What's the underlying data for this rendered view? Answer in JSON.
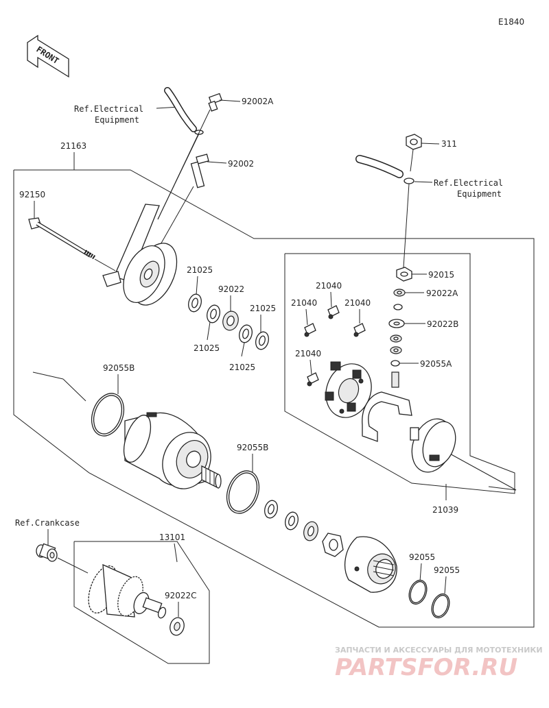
{
  "diagram_code": "E1840",
  "front_label": "FRONT",
  "labels": {
    "p92002A": "92002A",
    "p92002": "92002",
    "p21163": "21163",
    "p92150": "92150",
    "p311": "311",
    "p21025a": "21025",
    "p92022": "92022",
    "p21025b": "21025",
    "p21025c": "21025",
    "p21025d": "21025",
    "p21040a": "21040",
    "p21040b": "21040",
    "p21040c": "21040",
    "p21040d": "21040",
    "p92015": "92015",
    "p92022A": "92022A",
    "p92022B": "92022B",
    "p92055A": "92055A",
    "p92055Ba": "92055B",
    "p92055Bb": "92055B",
    "p21039": "21039",
    "p13101": "13101",
    "p92022C": "92022C",
    "p92055a": "92055",
    "p92055b": "92055"
  },
  "refs": {
    "electrical_1_line1": "Ref.Electrical",
    "electrical_1_line2": "Equipment",
    "electrical_2_line1": "Ref.Electrical",
    "electrical_2_line2": "Equipment",
    "crankcase": "Ref.Crankcase"
  },
  "watermark": {
    "tagline": "ЗАПЧАСТИ И АКСЕССУАРЫ ДЛЯ МОТОТЕХНИКИ",
    "brand": "PARTSFOR.RU"
  }
}
